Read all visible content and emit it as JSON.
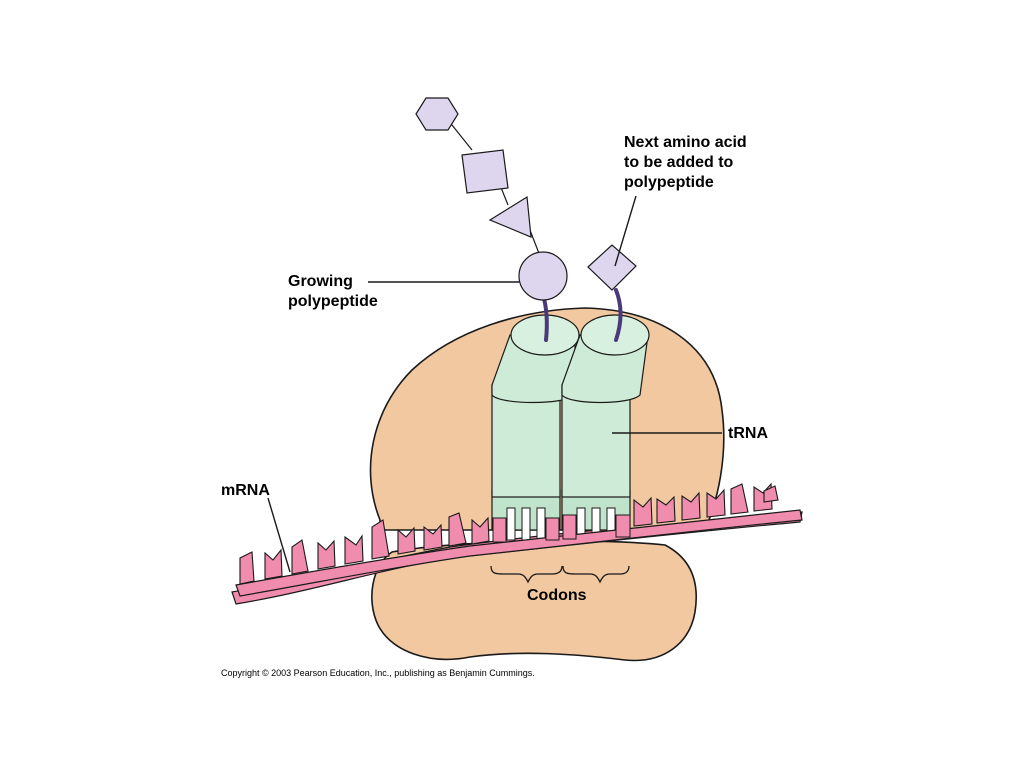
{
  "labels": {
    "next_amino_acid": "Next amino acid\nto be added to\npolypeptide",
    "growing_polypeptide": "Growing\npolypeptide",
    "trna": "tRNA",
    "mrna": "mRNA",
    "codons": "Codons"
  },
  "copyright": "Copyright © 2003 Pearson Education, Inc., publishing as Benjamin Cummings.",
  "colors": {
    "ribosome": "#f2c8a0",
    "trna": "#cdebd6",
    "mrna": "#f08cae",
    "amino_acid": "#ddd6ee",
    "linker": "#4a3a7a",
    "outline": "#1a1a1a"
  }
}
